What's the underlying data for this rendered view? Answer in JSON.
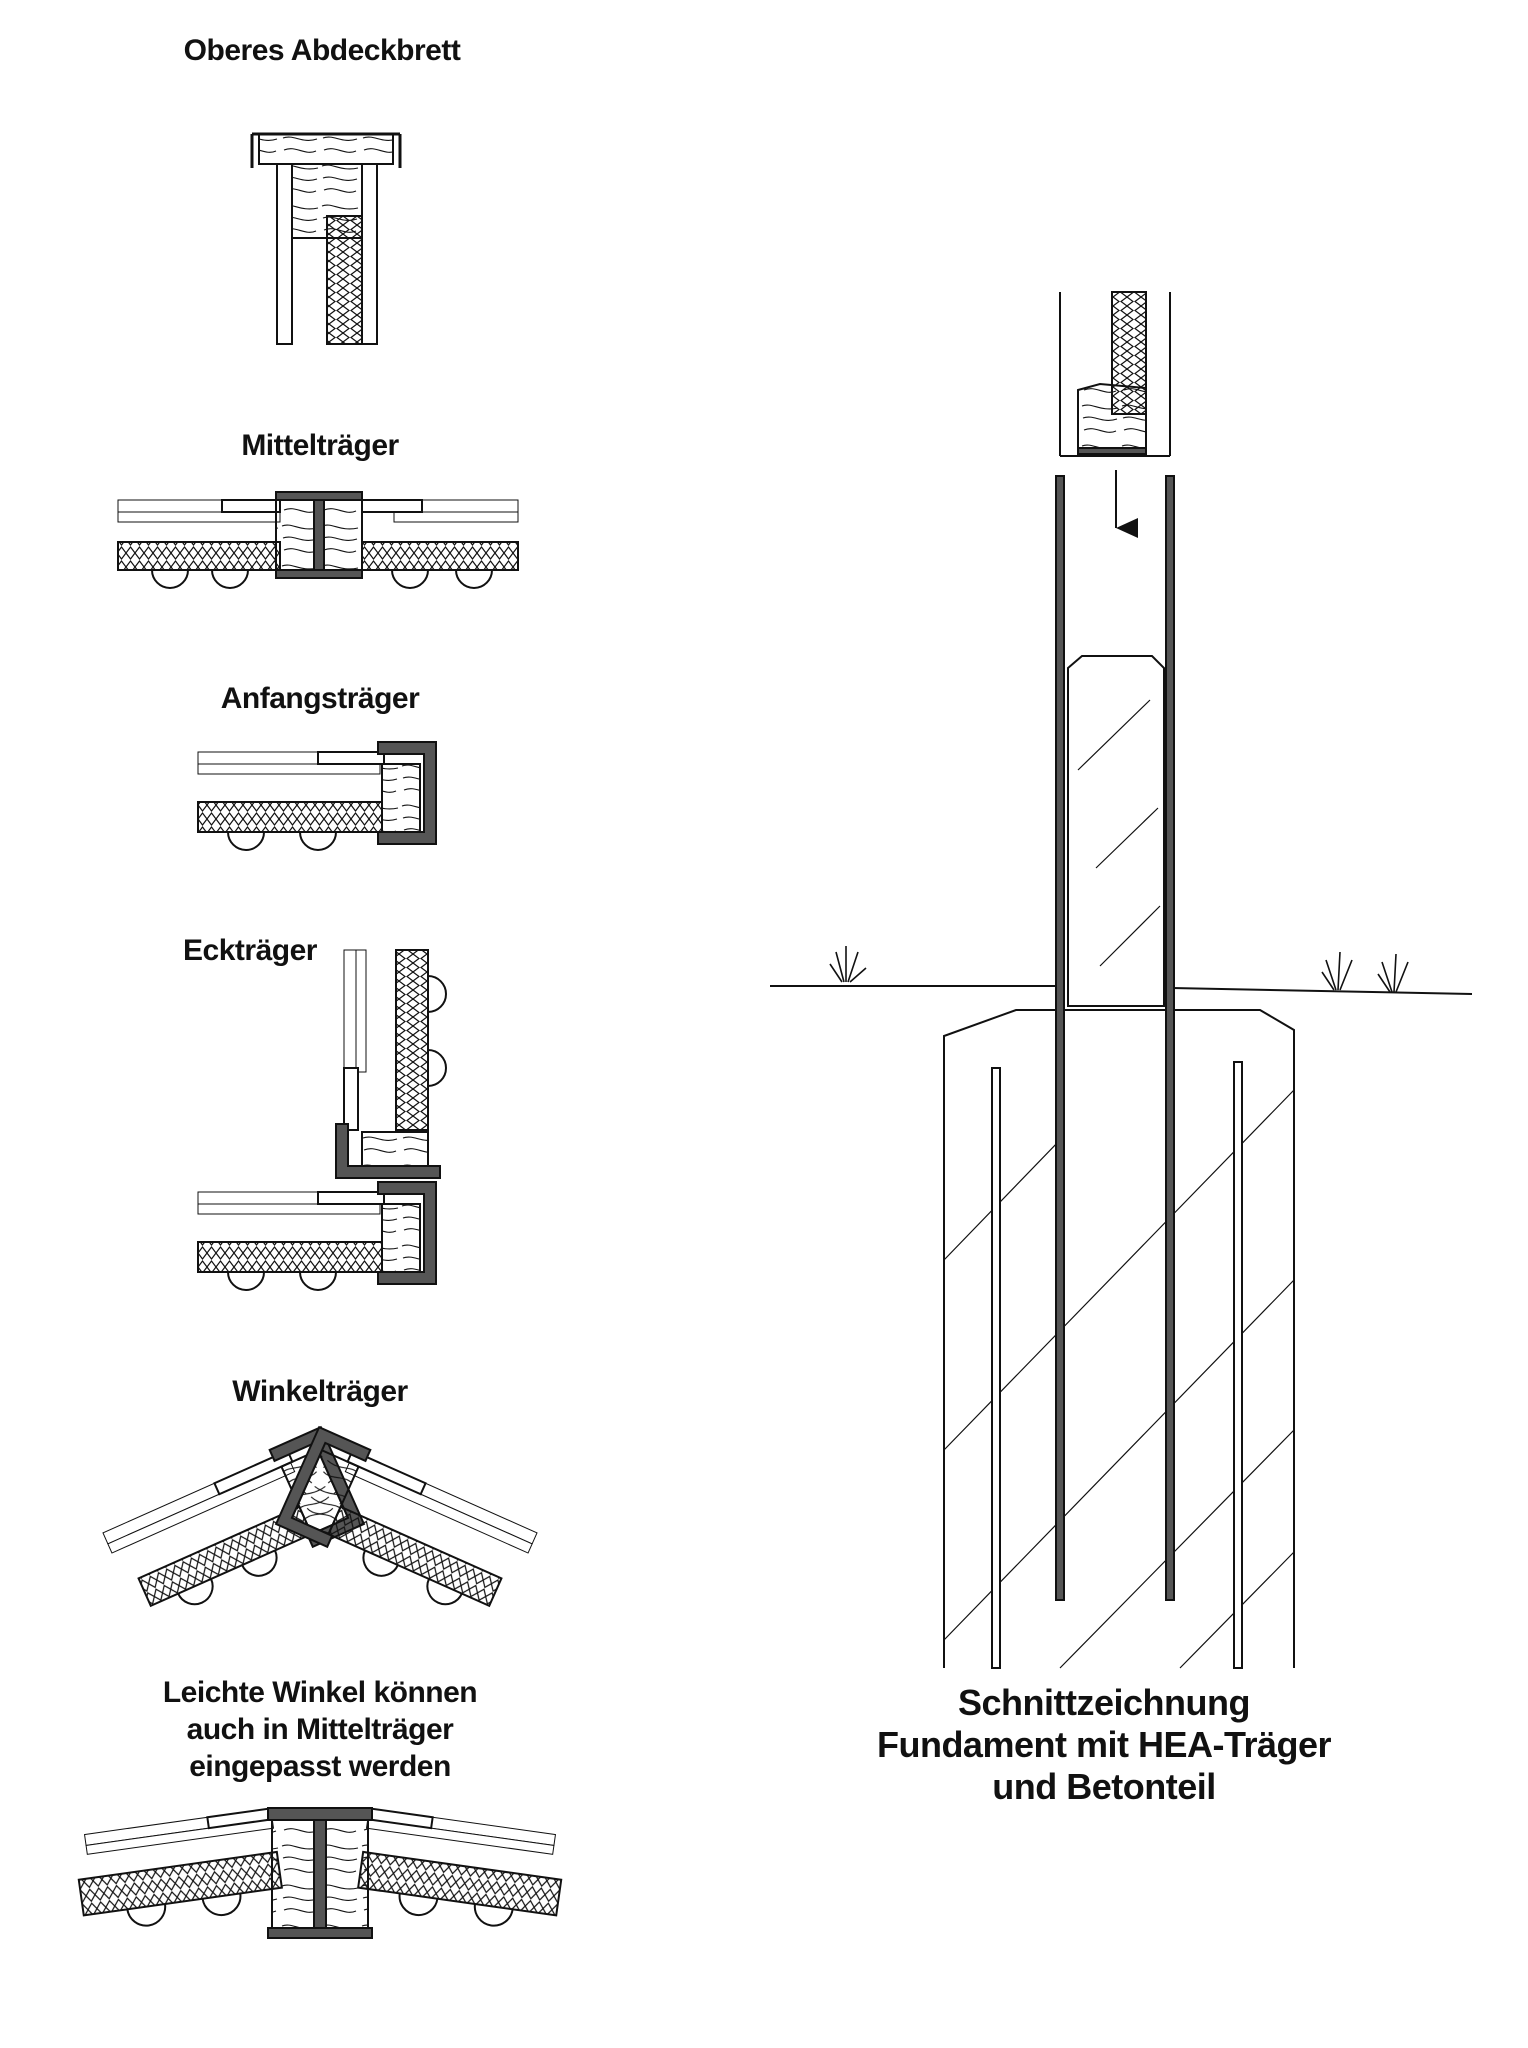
{
  "labels": {
    "top_cover": "Oberes Abdeckbrett",
    "middle_beam": "Mittelträger",
    "start_beam": "Anfangsträger",
    "corner_beam": "Eckträger",
    "angle_beam": "Winkelträger",
    "light_angle_note": [
      "Leichte Winkel können",
      "auch in Mittelträger",
      "eingepasst werden"
    ],
    "section_caption": [
      "Schnittzeichnung",
      "Fundament mit HEA-Träger",
      "und Betonteil"
    ]
  },
  "colors": {
    "ink": "#111111",
    "steel_fill": "#555555",
    "paper": "#ffffff"
  }
}
